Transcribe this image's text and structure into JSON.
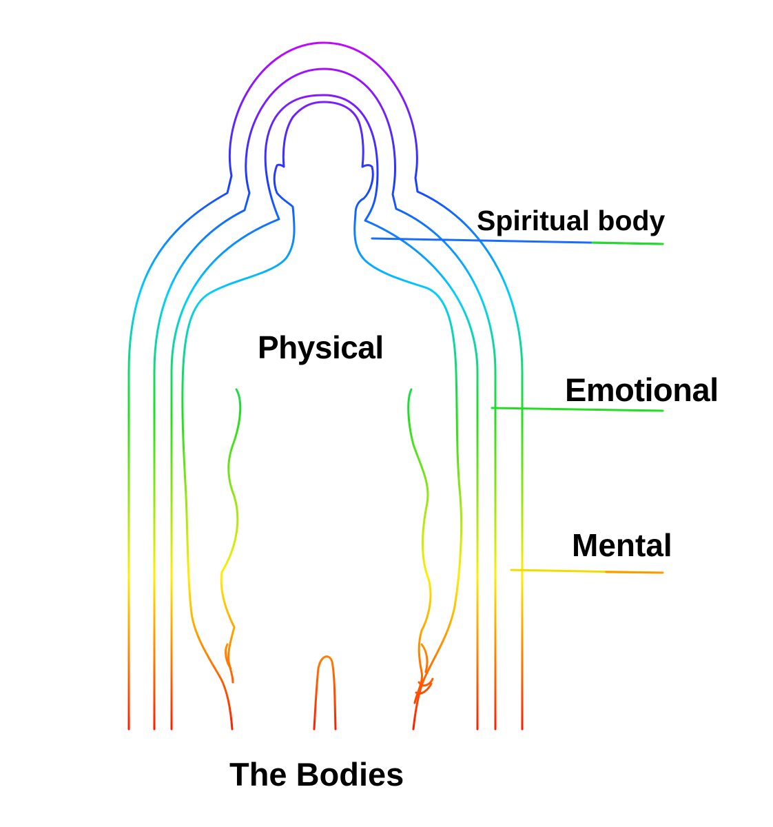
{
  "title": "The Bodies",
  "labels": {
    "spiritual": "Spiritual body",
    "physical": "Physical",
    "emotional": "Emotional",
    "mental": "Mental"
  },
  "colors": {
    "gradient_top": "#d400ff",
    "gradient_upper": "#1a3cff",
    "gradient_mid_upper": "#00d0ff",
    "gradient_mid": "#22dd22",
    "gradient_mid_lower": "#ffee00",
    "gradient_bottom": "#ff1a00",
    "text": "#000000"
  }
}
